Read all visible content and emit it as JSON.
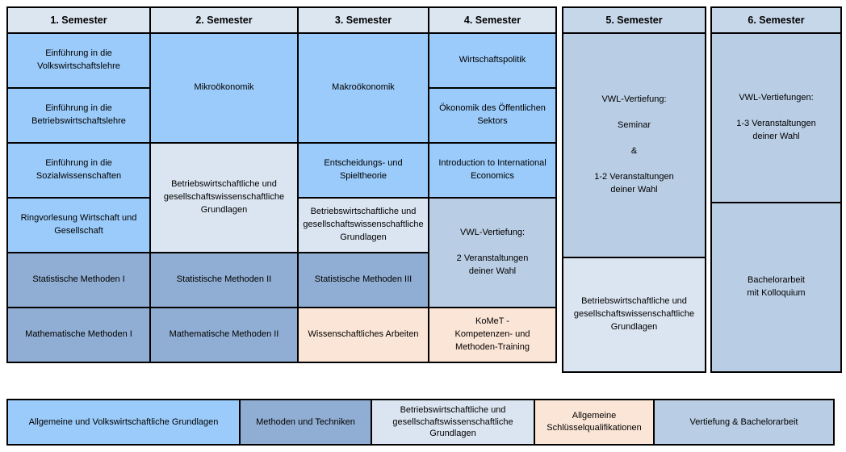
{
  "colors": {
    "allgemein": "#9bcbfa",
    "methoden": "#90aed3",
    "betriebs": "#dbe5f1",
    "asq": "#fbe5d6",
    "vertiefung": "#b9cde4",
    "header_light": "#dce6f1",
    "header_dark": "#c7d7ea",
    "border": "#000000"
  },
  "semesters": [
    {
      "label": "1. Semester",
      "courses": [
        {
          "title": "Einführung in die Volkswirtschaftslehre",
          "category": "allgemein"
        },
        {
          "title": "Einführung in die Betriebswirtschaftslehre",
          "category": "allgemein"
        },
        {
          "title": "Einführung in die Sozialwissenschaften",
          "category": "allgemein"
        },
        {
          "title": "Ringvorlesung Wirtschaft und Gesellschaft",
          "category": "allgemein"
        },
        {
          "title": "Statistische Methoden I",
          "category": "methoden"
        },
        {
          "title": "Mathematische Methoden I",
          "category": "methoden"
        }
      ]
    },
    {
      "label": "2. Semester",
      "courses": [
        {
          "title": "Mikroökonomik",
          "category": "allgemein"
        },
        {
          "title": "Betriebswirtschaftliche und gesellschaftswissenschaftliche Grundlagen",
          "category": "betriebs"
        },
        {
          "title": "Statistische Methoden II",
          "category": "methoden"
        },
        {
          "title": "Mathematische Methoden II",
          "category": "methoden"
        }
      ]
    },
    {
      "label": "3. Semester",
      "courses": [
        {
          "title": "Makroökonomik",
          "category": "allgemein"
        },
        {
          "title": "Entscheidungs- und Spieltheorie",
          "category": "allgemein"
        },
        {
          "title": "Betriebswirtschaftliche und gesellschaftswissenschaftliche Grundlagen",
          "category": "betriebs"
        },
        {
          "title": "Statistische Methoden III",
          "category": "methoden"
        },
        {
          "title": "Wissenschaftliches Arbeiten",
          "category": "asq"
        }
      ]
    },
    {
      "label": "4. Semester",
      "courses": [
        {
          "title": "Wirtschaftspolitik",
          "category": "allgemein"
        },
        {
          "title": "Ökonomik des Öffentlichen Sektors",
          "category": "allgemein"
        },
        {
          "title": "Introduction to International Economics",
          "category": "allgemein"
        },
        {
          "title": "VWL-Vertiefung:\n\n2 Veranstaltungen\ndeiner Wahl",
          "category": "vertiefung"
        },
        {
          "title": "KoMeT -\nKompetenzen- und\nMethoden-Training",
          "category": "asq"
        }
      ]
    },
    {
      "label": "5. Semester",
      "courses": [
        {
          "title": "VWL-Vertiefung:\n\nSeminar\n\n&\n\n1-2 Veranstaltungen\ndeiner Wahl",
          "category": "vertiefung"
        },
        {
          "title": "Betriebswirtschaftliche und gesellschaftswissenschaftliche Grundlagen",
          "category": "betriebs"
        }
      ]
    },
    {
      "label": "6. Semester",
      "courses": [
        {
          "title": "VWL-Vertiefungen:\n\n1-3 Veranstaltungen\ndeiner Wahl",
          "category": "vertiefung"
        },
        {
          "title": "Bachelorarbeit\nmit Kolloquium",
          "category": "vertiefung"
        }
      ]
    }
  ],
  "legend": [
    {
      "label": "Allgemeine und Volkswirtschaftliche Grundlagen",
      "category": "allgemein"
    },
    {
      "label": "Methoden und Techniken",
      "category": "methoden"
    },
    {
      "label": "Betriebswirtschaftliche und gesellschaftswissenschaftliche Grundlagen",
      "category": "betriebs"
    },
    {
      "label": "Allgemeine Schlüsselqualifikationen",
      "category": "asq"
    },
    {
      "label": "Vertiefung & Bachelorarbeit",
      "category": "vertiefung"
    }
  ]
}
